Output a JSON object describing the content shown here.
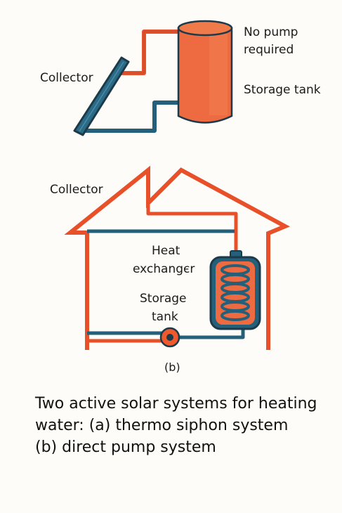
{
  "diagram_a": {
    "collector_label": "Collector",
    "no_pump_line1": "No pump",
    "no_pump_line2": "required",
    "storage_tank_label": "Storage tank"
  },
  "diagram_b": {
    "collector_label": "Collector",
    "heat_label": "Heat",
    "exchanger_label": "exchangєr",
    "storage_line1": "Storage",
    "storage_line2": "tank",
    "panel_label": "(b)"
  },
  "caption": {
    "line1": "Two active solar systems for heating",
    "line2": "water: (a) thermo siphon system",
    "line3": "(b) direct pump system"
  },
  "colors": {
    "pipe_hot": "#e8502a",
    "pipe_cold": "#24607a",
    "tank": "#ee6a40",
    "collector": "#2b6b86",
    "outline": "#1d3a4a"
  }
}
